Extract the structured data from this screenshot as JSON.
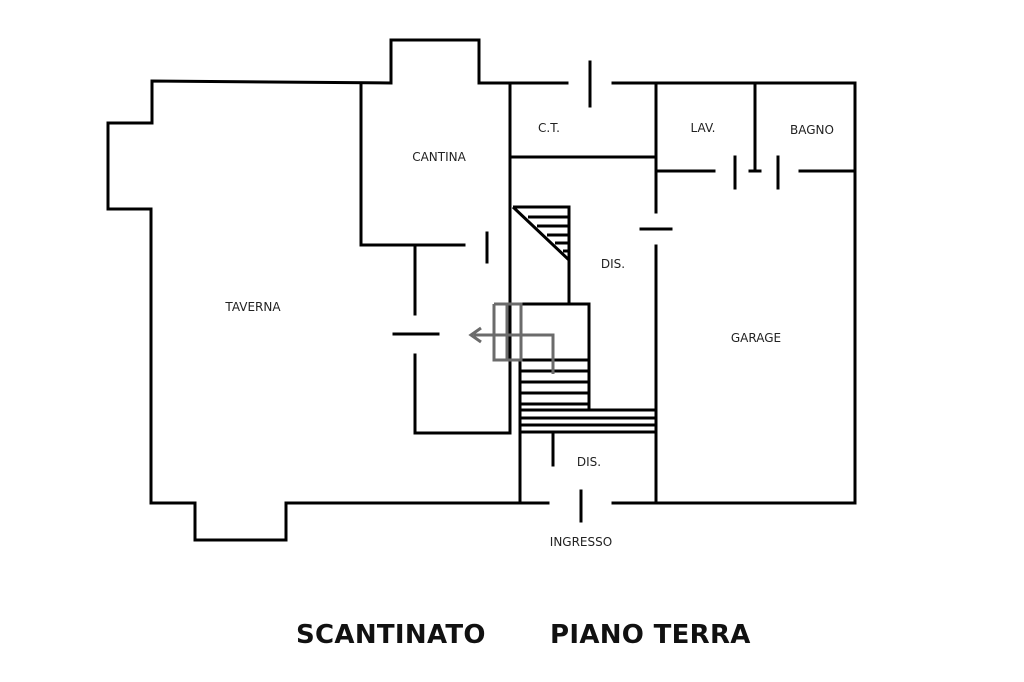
{
  "rooms": {
    "taverna": "TAVERNA",
    "cantina": "CANTINA",
    "ct": "C.T.",
    "lav": "LAV.",
    "bagno": "BAGNO",
    "dis_upper": "DIS.",
    "garage": "GARAGE",
    "dis_lower": "DIS.",
    "ingresso": "INGRESSO"
  },
  "captions": {
    "left": "SCANTINATO",
    "right": "PIANO TERRA"
  },
  "colors": {
    "walls": "#000000",
    "arrow": "#6b6b6b"
  }
}
